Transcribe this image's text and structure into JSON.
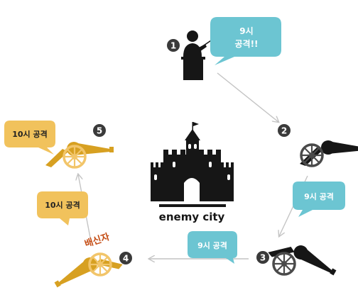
{
  "colors": {
    "bubble_blue": "#6cc5d2",
    "bubble_yellow": "#f1c25c",
    "cannon_gold": "#d7a021",
    "cannon_black": "#161616",
    "wheel_gold": "#f2c56a",
    "wheel_grey": "#4a4a4a",
    "arrow": "#c4c4c4",
    "circle": "#3a3a3a",
    "traitor_text": "#c44b12"
  },
  "center": {
    "label": "enemy city",
    "icon": "castle-icon"
  },
  "commander": {
    "number": "1",
    "icon": "presenter-at-podium-icon",
    "bubble": [
      "9시",
      "공격!!"
    ]
  },
  "steps": [
    {
      "number": "2",
      "icon": "black-cannon-icon",
      "bubble": "9시 공격"
    },
    {
      "number": "3",
      "icon": "black-cannon-icon",
      "bubble": "9시 공격"
    },
    {
      "number": "4",
      "icon": "gold-cannon-icon",
      "bubble": "10시 공격",
      "tag": "배신자"
    },
    {
      "number": "5",
      "icon": "gold-cannon-icon",
      "bubble": "10시 공격"
    }
  ]
}
